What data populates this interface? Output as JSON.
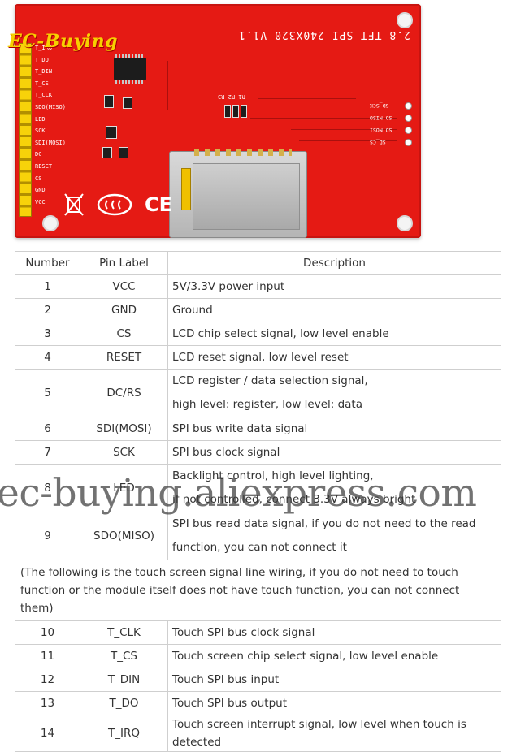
{
  "board": {
    "title": "2.8 TFT SPI 240X320 V1.1",
    "brand_watermark": "EC-Buying",
    "pin_labels": [
      "T_IRQ",
      "T_DO",
      "T_DIN",
      "T_CS",
      "T_CLK",
      "SDO(MISO)",
      "LED",
      "SCK",
      "SDI(MOSI)",
      "DC",
      "RESET",
      "CS",
      "GND",
      "VCC"
    ],
    "sd_labels": [
      "SD_SCK",
      "SD_MISO",
      "SD_MOSI",
      "SD_CS"
    ],
    "resistor_labels": "R1 R2 R3",
    "cert_marks": [
      "CE"
    ],
    "colors": {
      "pcb": "#e51a14",
      "header": "#f7d20a"
    }
  },
  "table": {
    "headers": {
      "number": "Number",
      "pin_label": "Pin Label",
      "description": "Description"
    },
    "rows_a": [
      {
        "number": "1",
        "label": "VCC",
        "desc": [
          "5V/3.3V power input"
        ]
      },
      {
        "number": "2",
        "label": "GND",
        "desc": [
          "Ground"
        ]
      },
      {
        "number": "3",
        "label": "CS",
        "desc": [
          "LCD chip select signal, low level enable"
        ]
      },
      {
        "number": "4",
        "label": "RESET",
        "desc": [
          "LCD reset signal, low level reset"
        ]
      },
      {
        "number": "5",
        "label": "DC/RS",
        "desc": [
          "LCD register / data selection signal,",
          "high level: register, low level: data"
        ]
      },
      {
        "number": "6",
        "label": "SDI(MOSI)",
        "desc": [
          "SPI bus write data signal"
        ]
      },
      {
        "number": "7",
        "label": "SCK",
        "desc": [
          "SPI bus clock signal"
        ]
      },
      {
        "number": "8",
        "label": "LED",
        "desc": [
          "Backlight control, high level lighting,",
          "if not controlled, connect 3.3V always bright"
        ]
      },
      {
        "number": "9",
        "label": "SDO(MISO)",
        "desc": [
          "SPI bus read data signal, if you do not need to the read",
          "function, you can not connect it"
        ]
      }
    ],
    "note": "(The following is the touch screen signal line wiring, if you do not need to touch function or the module itself does not have touch function, you can not connect them)",
    "rows_b": [
      {
        "number": "10",
        "label": "T_CLK",
        "desc": [
          "Touch SPI bus clock signal"
        ]
      },
      {
        "number": "11",
        "label": "T_CS",
        "desc": [
          "Touch screen chip select signal, low level enable"
        ]
      },
      {
        "number": "12",
        "label": "T_DIN",
        "desc": [
          "Touch SPI bus input"
        ]
      },
      {
        "number": "13",
        "label": "T_DO",
        "desc": [
          "Touch SPI bus output"
        ]
      },
      {
        "number": "14",
        "label": "T_IRQ",
        "desc": [
          "Touch screen interrupt signal, low level when touch is",
          "detected"
        ]
      }
    ]
  },
  "site_watermark": "ec-buying.aliexpress.com"
}
